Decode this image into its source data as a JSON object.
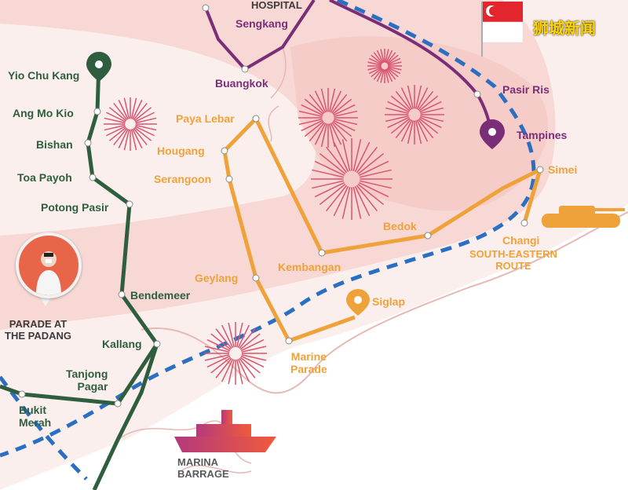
{
  "hospital": "HOSPITAL",
  "watermark": "狮城新闻",
  "stations": {
    "yio_chu_kang": "Yio Chu Kang",
    "ang_mo_kio": "Ang Mo Kio",
    "bishan": "Bishan",
    "toa_payoh": "Toa Payoh",
    "potong_pasir": "Potong Pasir",
    "bendemeer": "Bendemeer",
    "kallang": "Kallang",
    "tanjong_pagar": "Tanjong\nPagar",
    "bukit_merah": "Bukit\nMerah",
    "sengkang": "Sengkang",
    "buangkok": "Buangkok",
    "pasir_ris": "Pasir Ris",
    "tampines": "Tampines",
    "paya_lebar": "Paya Lebar",
    "hougang": "Hougang",
    "serangoon": "Serangoon",
    "kembangan": "Kembangan",
    "bedok": "Bedok",
    "simei": "Simei",
    "changi": "Changi",
    "geylang": "Geylang",
    "siglap": "Siglap",
    "marine_parade": "Marine\nParade"
  },
  "route_label": "SOUTH-EASTERN\nROUTE",
  "parade_label": "PARADE AT\nTHE PADANG",
  "marina_label": "MARINA\nBARRAGE",
  "colors": {
    "green_line": "#2f5e3e",
    "orange_line": "#f0a23a",
    "purple_line": "#7a2e78",
    "blue_dash": "#2a6fc2",
    "pink_band": "#f6d5d2",
    "firework": "#d9546e"
  },
  "icons": [
    "location-pin-icon",
    "firework-icon",
    "tank-icon",
    "ship-icon",
    "singapore-flag-icon"
  ]
}
